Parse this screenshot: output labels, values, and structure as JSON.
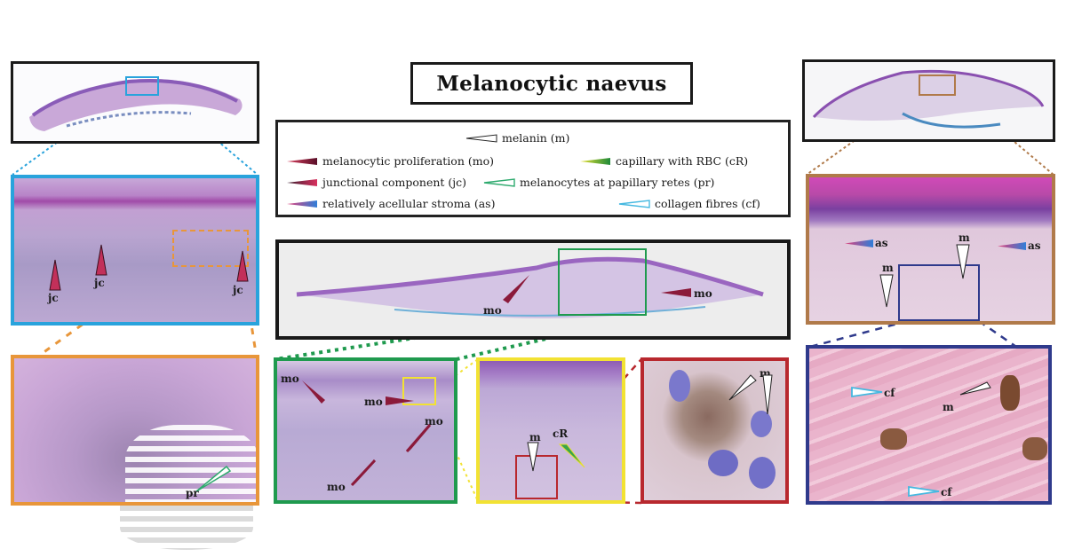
{
  "title": "Melanocytic naevus",
  "legend": {
    "items": [
      {
        "key": "m",
        "label": "melanin (m)",
        "arrow_color": "#ffffff",
        "arrow_outline": "#222222"
      },
      {
        "key": "mo",
        "label": "melanocytic proliferation (mo)",
        "arrow_color": "#8b1a3a"
      },
      {
        "key": "cR",
        "label": "capillary with RBC (cR)",
        "arrow_color": "#3aa44a"
      },
      {
        "key": "jc",
        "label": "junctional component (jc)",
        "arrow_color": "#c2305a"
      },
      {
        "key": "pr",
        "label": "melanocytes at papillary retes (pr)",
        "arrow_color": "#2eaa6e"
      },
      {
        "key": "as",
        "label": "relatively acellular stroma (as)",
        "arrow_color": "#3a7ec8"
      },
      {
        "key": "cf",
        "label": "collagen fibres (cf)",
        "arrow_color": "#44b8e0"
      }
    ]
  },
  "colors": {
    "blue_frame": "#29a3dc",
    "orange_frame": "#e8963a",
    "green_frame": "#1f9a4e",
    "yellow_frame": "#f2e233",
    "red_frame": "#b8282e",
    "brown_frame": "#b07a4a",
    "navy_frame": "#2f3a8c",
    "black_frame": "#1a1a1a"
  },
  "panels": {
    "left_overview": {
      "name": "left-overview"
    },
    "left_zoom": {
      "labels": [
        "jc",
        "jc",
        "jc"
      ]
    },
    "left_detail": {
      "labels": [
        "pr"
      ]
    },
    "center_overview": {
      "labels": [
        "mo",
        "mo"
      ]
    },
    "green_panel": {
      "labels": [
        "mo",
        "mo",
        "mo",
        "mo"
      ]
    },
    "yellow_panel": {
      "labels": [
        "m",
        "cR"
      ]
    },
    "red_panel": {
      "labels": [
        "m"
      ]
    },
    "right_overview": {
      "name": "right-overview"
    },
    "right_zoom": {
      "labels": [
        "as",
        "as",
        "m",
        "m"
      ]
    },
    "right_detail": {
      "labels": [
        "cf",
        "m",
        "cf"
      ]
    }
  }
}
